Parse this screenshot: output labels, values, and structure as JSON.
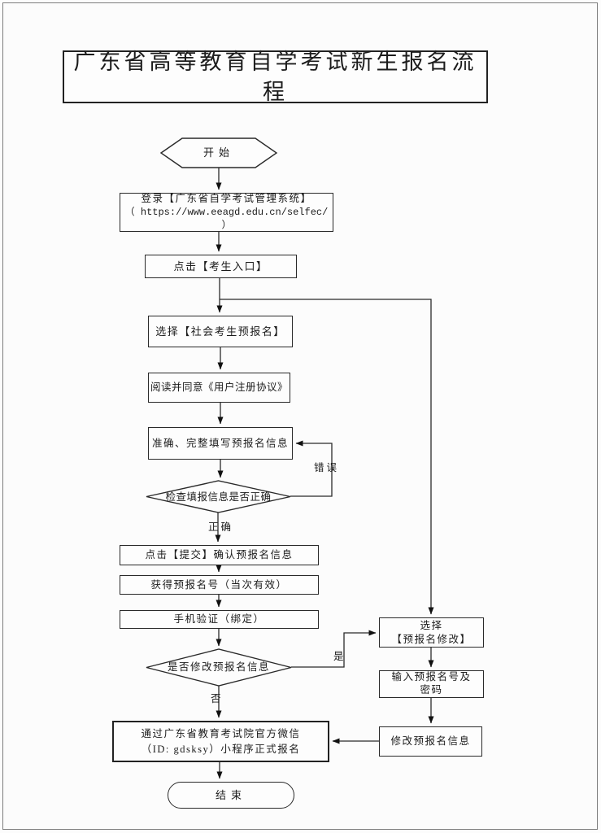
{
  "page": {
    "title": "广东省高等教育自学考试新生报名流程"
  },
  "nodes": {
    "start": "开始",
    "login_line1": "登录【广东省自学考试管理系统】",
    "login_line2": "（ https://www.eeagd.edu.cn/selfec/ ）",
    "entry": "点击【考生入口】",
    "select_pre": "选择【社会考生预报名】",
    "agreement": "阅读并同意《用户注册协议》",
    "fill": "准确、完整填写预报名信息",
    "check": "检查填报信息是否正确",
    "submit": "点击【提交】确认预报名信息",
    "number": "获得预报名号（当次有效）",
    "phone": "手机验证（绑定）",
    "modify_q": "是否修改预报名信息",
    "modify_select_line1": "选择",
    "modify_select_line2": "【预报名修改】",
    "input_line1": "输入预报名号及",
    "input_line2": "密码",
    "modify": "修改预报名信息",
    "final_line1": "通过广东省教育考试院官方微信",
    "final_line2": "（ID: gdsksy）小程序正式报名",
    "end": "结束"
  },
  "edge_labels": {
    "error": "错误",
    "correct": "正确",
    "yes": "是",
    "no": "否"
  },
  "colors": {
    "line": "#2a2a2a",
    "paper": "#fcfcfc"
  }
}
